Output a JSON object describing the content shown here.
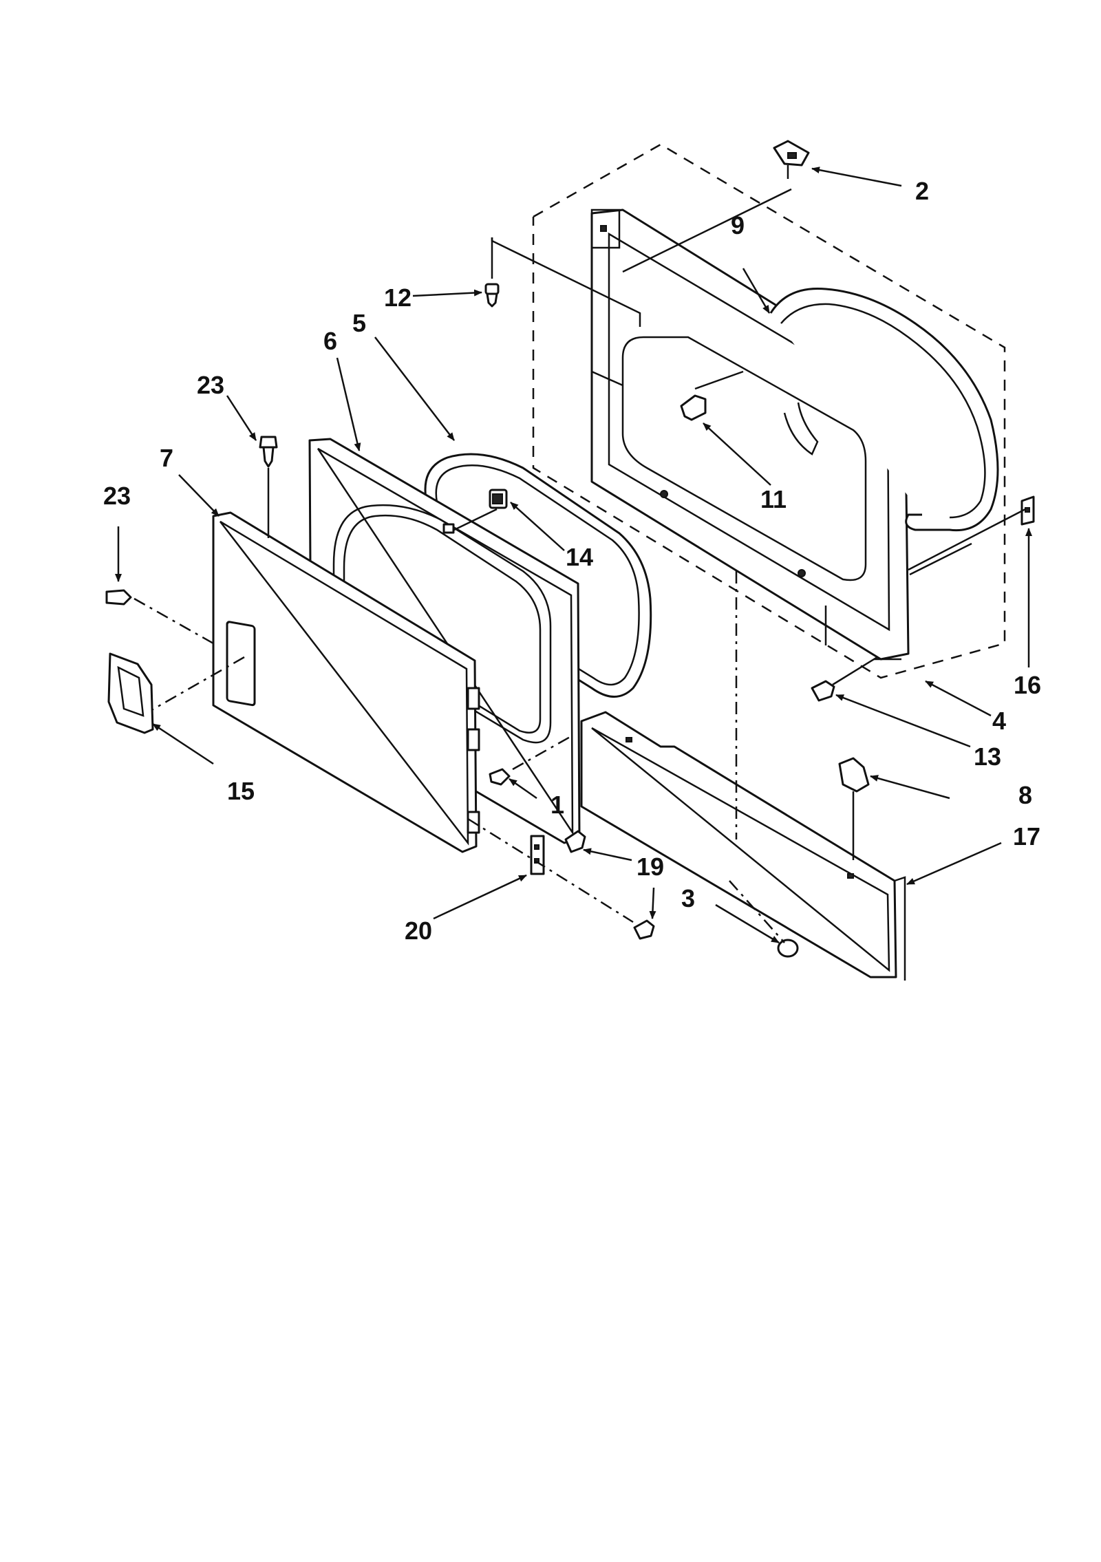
{
  "callouts": {
    "c1": "1",
    "c2": "2",
    "c3": "3",
    "c4": "4",
    "c5": "5",
    "c6": "6",
    "c7": "7",
    "c8": "8",
    "c9": "9",
    "c11": "11",
    "c12": "12",
    "c13": "13",
    "c14": "14",
    "c15": "15",
    "c16": "16",
    "c17": "17",
    "c19": "19",
    "c20": "20",
    "c23a": "23",
    "c23b": "23"
  }
}
